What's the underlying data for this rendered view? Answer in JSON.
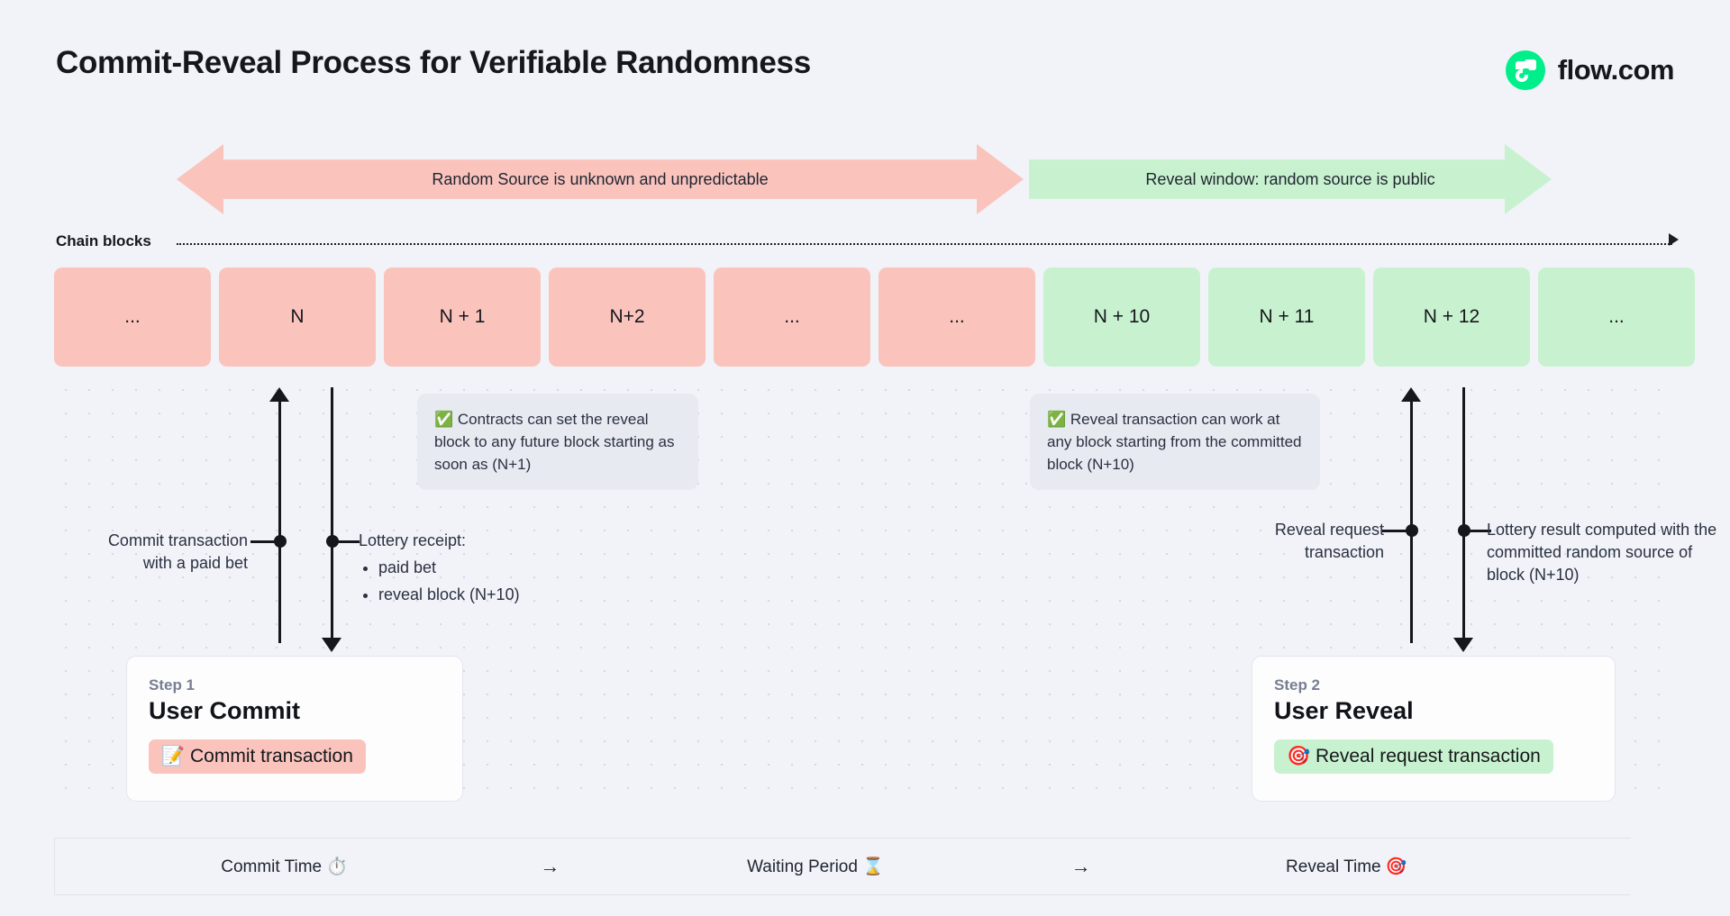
{
  "header": {
    "title": "Commit-Reveal Process for Verifiable Randomness",
    "brand": "flow.com",
    "brand_color": "#00ef8b"
  },
  "banners": {
    "pink": {
      "label": "Random Source is unknown and unpredictable",
      "color": "#fac4bd"
    },
    "green": {
      "label": "Reveal window: random source is public",
      "color": "#c8f2cf"
    }
  },
  "chain": {
    "label": "Chain blocks",
    "blocks": [
      {
        "label": "...",
        "state": "pink"
      },
      {
        "label": "N",
        "state": "pink"
      },
      {
        "label": "N + 1",
        "state": "pink"
      },
      {
        "label": "N+2",
        "state": "pink"
      },
      {
        "label": "...",
        "state": "pink"
      },
      {
        "label": "...",
        "state": "pink"
      },
      {
        "label": "N + 10",
        "state": "green"
      },
      {
        "label": "N + 11",
        "state": "green"
      },
      {
        "label": "N + 12",
        "state": "green"
      },
      {
        "label": "...",
        "state": "green"
      }
    ]
  },
  "callouts": {
    "check_icon": "✅",
    "one": "Contracts can set the reveal block to any future block starting as soon as (N+1)",
    "two": "Reveal transaction can work at any block starting from the committed block (N+10)"
  },
  "annotations": {
    "commit": "Commit transaction with a paid bet",
    "receipt_title": "Lottery receipt:",
    "receipt_items": [
      "paid bet",
      "reveal block (N+10)"
    ],
    "reveal_request": "Reveal request transaction",
    "lottery_result": "Lottery result computed with the committed random source of block (N+10)"
  },
  "steps": [
    {
      "step_label": "Step 1",
      "title": "User Commit",
      "chip_icon": "📝",
      "chip_label": "Commit transaction",
      "chip_color": "#fac4bd"
    },
    {
      "step_label": "Step 2",
      "title": "User Reveal",
      "chip_icon": "🎯",
      "chip_label": "Reveal request transaction",
      "chip_color": "#c8f2cf"
    }
  ],
  "timeline": {
    "segments": [
      {
        "label": "Commit Time",
        "icon": "⏱️"
      },
      {
        "label": "Waiting Period",
        "icon": "⌛"
      },
      {
        "label": "Reveal Time",
        "icon": "🎯"
      }
    ],
    "arrow": "→"
  }
}
